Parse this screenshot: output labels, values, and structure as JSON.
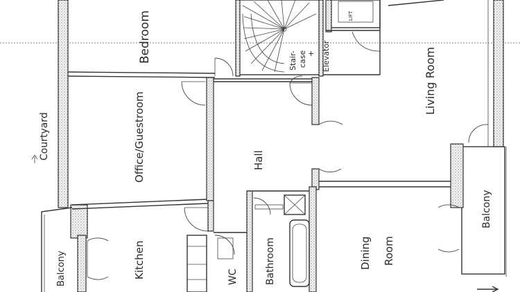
{
  "rooms": {
    "bedroom": "Bedroom",
    "office": "Office/Guestroom",
    "courtyard": "Courtyard",
    "hall": "Hall",
    "kitchen": "Kitchen",
    "balcony_left": "Balcony",
    "wc": "WC",
    "bathroom": "Bathroom",
    "dining_line1": "Dining",
    "dining_line2": "Room",
    "living": "Living Room",
    "balcony_right": "Balcony",
    "stair_line1": "Stair-",
    "stair_line2": "case",
    "stair_line3": "+",
    "stair_line4": "Elevator",
    "lift": "LIFT"
  }
}
